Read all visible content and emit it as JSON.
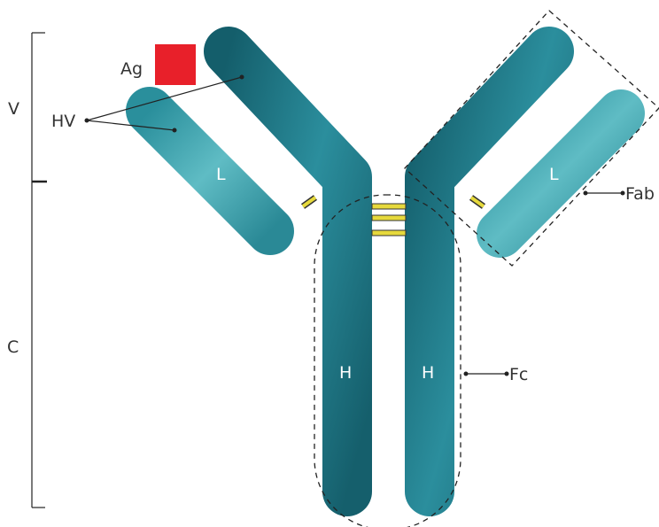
{
  "labels": {
    "antigen": "Ag",
    "hypervariable": "HV",
    "variable_region": "V",
    "constant_region": "C",
    "light_chain_left": "L",
    "light_chain_right": "L",
    "heavy_chain_left": "H",
    "heavy_chain_right": "H",
    "fab": "Fab",
    "fc": "Fc"
  },
  "colors": {
    "heavy_chain": "#1f7b8a",
    "light_chain": "#2f95a1",
    "antigen": "#e8202a",
    "disulfide_bond": "#e6d93c",
    "background": "#ffffff"
  }
}
